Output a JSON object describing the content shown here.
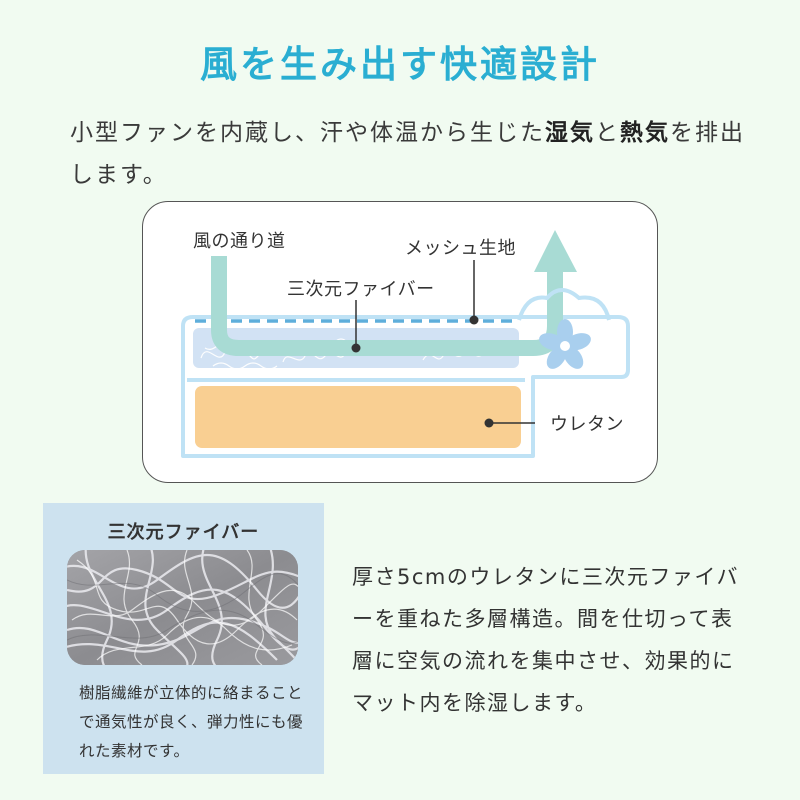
{
  "headline": "風を生み出す快適設計",
  "intro": {
    "part1": "小型ファンを内蔵し、汗や体温から生じた",
    "emph1": "湿気",
    "part2": "と",
    "emph2": "熱気",
    "part3": "を排出します。"
  },
  "diagram": {
    "labels": {
      "air_path": "風の通り道",
      "mesh": "メッシュ生地",
      "fiber": "三次元ファイバー",
      "urethane": "ウレタン"
    },
    "colors": {
      "air_flow": "#a8dbd4",
      "mesh_line": "#5eaedb",
      "fiber_layer": "#d2e2f4",
      "urethane": "#f9cf92",
      "outline": "#bfe2f5",
      "fan": "#a9cfee"
    },
    "icons": [
      "air-flow-arrow-icon",
      "fan-icon",
      "callout-dot-icon"
    ]
  },
  "fiber_card": {
    "title": "三次元ファイバー",
    "description": "樹脂繊維が立体的に絡まることで通気性が良く、弾力性にも優れた素材です。",
    "background": "#cde2ef"
  },
  "side_text": "厚さ5cmのウレタンに三次元ファイバーを重ねた多層構造。間を仕切って表層に空気の流れを集中させ、効果的にマット内を除湿します。"
}
